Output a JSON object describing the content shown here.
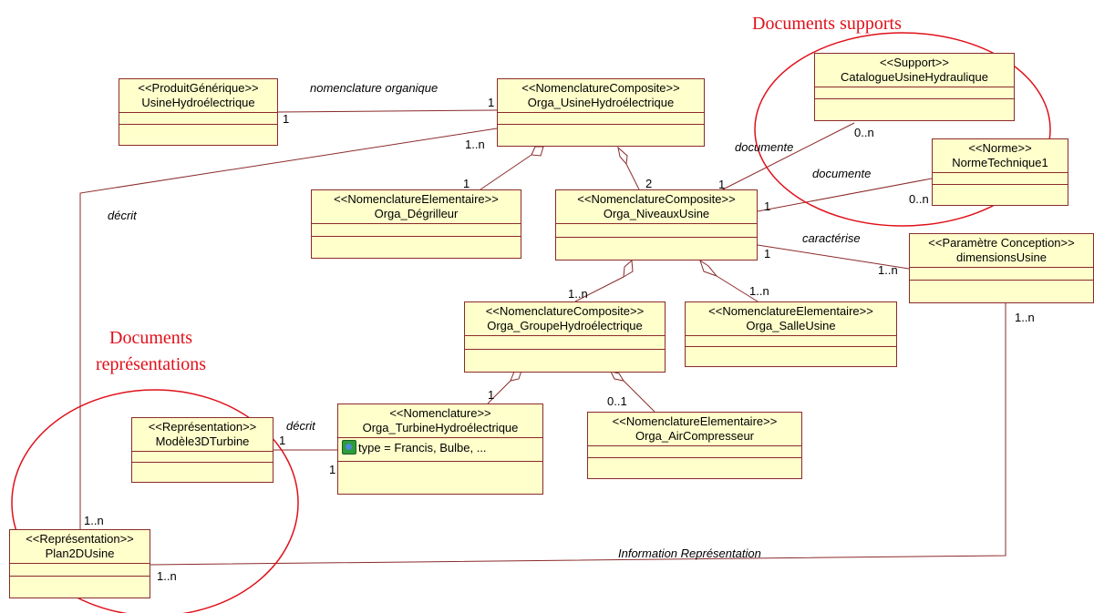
{
  "classes": {
    "produit_generique": {
      "stereotype": "<<ProduitGénérique>>",
      "name": "UsineHydroélectrique"
    },
    "orga_usine": {
      "stereotype": "<<NomenclatureComposite>>",
      "name": "Orga_UsineHydroélectrique"
    },
    "support_catalogue": {
      "stereotype": "<<Support>>",
      "name": "CatalogueUsineHydraulique"
    },
    "norme_technique": {
      "stereotype": "<<Norme>>",
      "name": "NormeTechnique1"
    },
    "orga_degrilleur": {
      "stereotype": "<<NomenclatureElementaire>>",
      "name": "Orga_Dégrilleur"
    },
    "orga_niveaux": {
      "stereotype": "<<NomenclatureComposite>>",
      "name": "Orga_NiveauxUsine"
    },
    "parametre_conception": {
      "stereotype": "<<Paramètre Conception>>",
      "name": "dimensionsUsine"
    },
    "orga_groupe": {
      "stereotype": "<<NomenclatureComposite>>",
      "name": "Orga_GroupeHydroélectrique"
    },
    "orga_salle": {
      "stereotype": "<<NomenclatureElementaire>>",
      "name": "Orga_SalleUsine"
    },
    "representation_3d": {
      "stereotype": "<<Représentation>>",
      "name": "Modèle3DTurbine"
    },
    "orga_turbine": {
      "stereotype": "<<Nomenclature>>",
      "name": "Orga_TurbineHydroélectrique",
      "attribute": "type = Francis, Bulbe, ..."
    },
    "orga_air": {
      "stereotype": "<<NomenclatureElementaire>>",
      "name": "Orga_AirCompresseur"
    },
    "representation_2d": {
      "stereotype": "<<Représentation>>",
      "name": "Plan2DUsine"
    }
  },
  "association_labels": {
    "nomenclature_organique": "nomenclature organique",
    "decrit_plan": "décrit",
    "decrit_turbine": "décrit",
    "documente_catalogue": "documente",
    "documente_norme": "documente",
    "caracterise": "caractérise",
    "information_representation": "Information Représentation"
  },
  "multiplicities": {
    "m_prod_orga": "1",
    "m_orga_prod": "1",
    "m_orga_plan": "1..n",
    "m_degrilleur": "1",
    "m_niveaux": "2",
    "m_niveaux_catalogue": "1",
    "m_catalogue": "0..n",
    "m_niveaux_norme": "1",
    "m_norme": "0..n",
    "m_niveaux_param": "1",
    "m_param": "1..n",
    "m_groupe": "1..n",
    "m_salle": "1..n",
    "m_turbine": "1",
    "m_air": "0..1",
    "m_3d": "1",
    "m_turbine_3d": "1",
    "m_param_plan": "1..n",
    "m_plan_top": "1..n",
    "m_plan_right": "1..n"
  },
  "annotations": {
    "documents_supports": "Documents supports",
    "documents_representations_line1": "Documents",
    "documents_representations_line2": "représentations"
  },
  "colors": {
    "class_fill": "#ffffcc",
    "class_border": "#8b2a2a",
    "line": "#8b2a2a",
    "annotation_red": "#e0101a"
  }
}
